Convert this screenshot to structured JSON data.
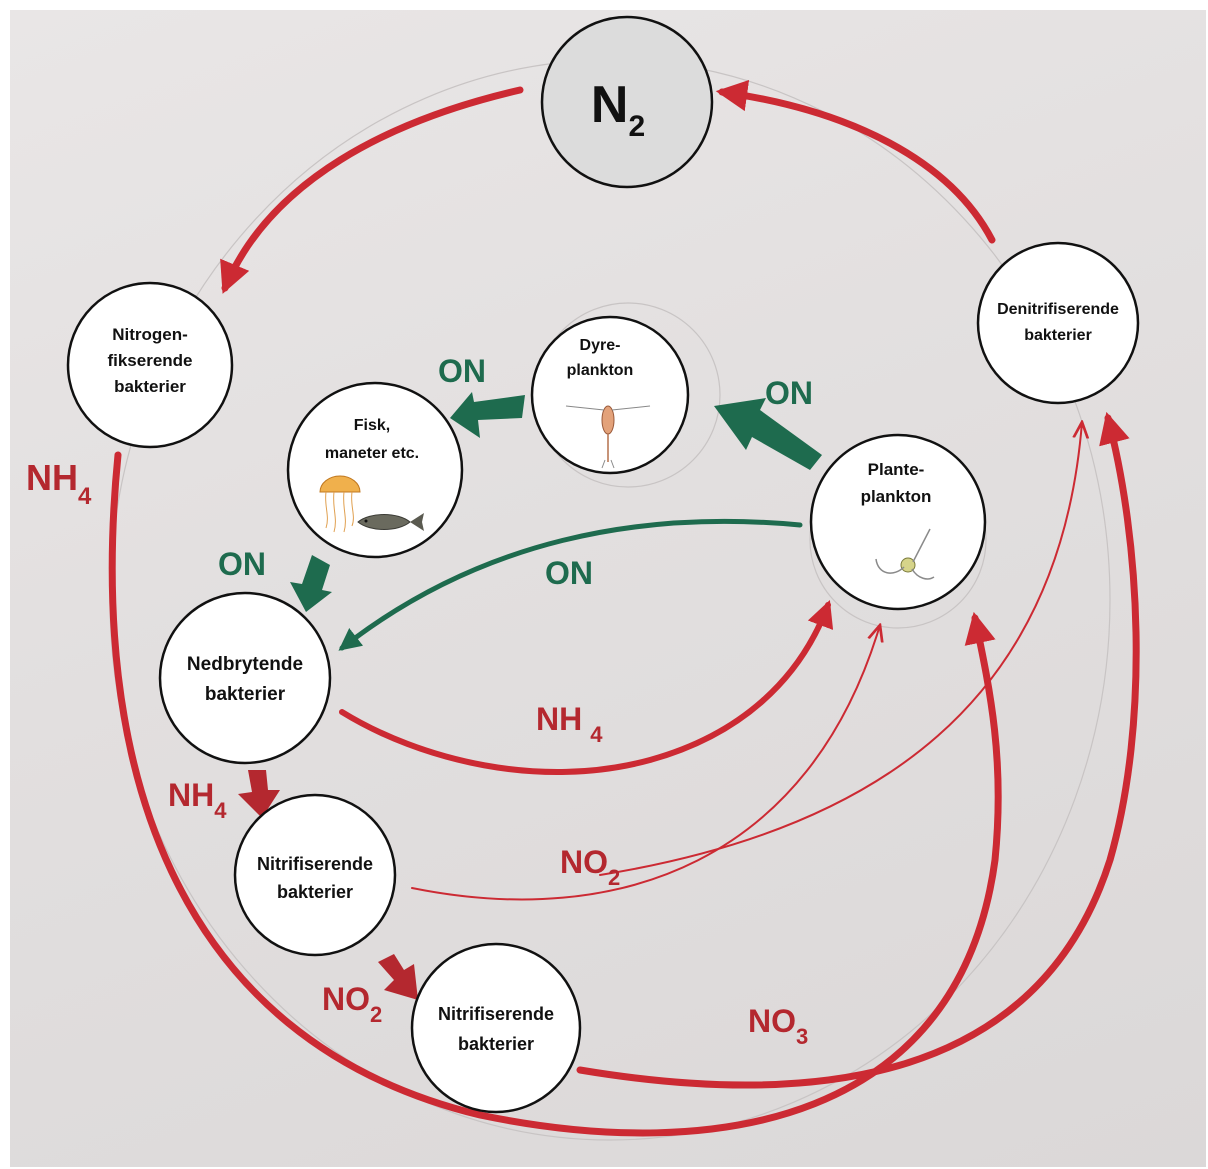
{
  "colors": {
    "red": "#cc2a33",
    "green": "#1e6b4e",
    "paper": "#e5e2e2",
    "node_fill": "#ffffff",
    "n2_fill": "#dcdcdc"
  },
  "nodes": {
    "n2": {
      "main": "N",
      "sub": "2"
    },
    "nitrogen_fixing": {
      "lines": [
        "Nitrogen-",
        "fikserende",
        "bakterier"
      ]
    },
    "denitrifying": {
      "lines": [
        "Denitrifiserende",
        "bakterier"
      ]
    },
    "zooplankton": {
      "lines": [
        "Dyre-",
        "plankton"
      ],
      "icon": "copepod-icon"
    },
    "fish": {
      "lines": [
        "Fisk,",
        "maneter etc."
      ],
      "icons": [
        "jellyfish-icon",
        "fish-icon"
      ]
    },
    "phytoplankton": {
      "lines": [
        "Plante-",
        "plankton"
      ],
      "icon": "diatom-icon"
    },
    "decomposers": {
      "lines": [
        "Nedbrytende",
        "bakterier"
      ]
    },
    "nitrifying_1": {
      "lines": [
        "Nitrifiserende",
        "bakterier"
      ]
    },
    "nitrifying_2": {
      "lines": [
        "Nitrifiserende",
        "bakterier"
      ]
    }
  },
  "flows": {
    "on_zoo_to_fish": "ON",
    "on_phyto_to_zoo": "ON",
    "on_fish_to_decomposers": "ON",
    "on_phyto_to_decomposers": "ON",
    "nh4_left": {
      "main": "NH",
      "sub": "4"
    },
    "nh4_middle": {
      "main": "NH",
      "sub": "4"
    },
    "nh4_decomp_to_nitrif": {
      "main": "NH",
      "sub": "4"
    },
    "no2_middle": {
      "main": "NO",
      "sub": "2"
    },
    "no2_nitrif1_to_nitrif2": {
      "main": "NO",
      "sub": "2"
    },
    "no3": {
      "main": "NO",
      "sub": "3"
    }
  }
}
